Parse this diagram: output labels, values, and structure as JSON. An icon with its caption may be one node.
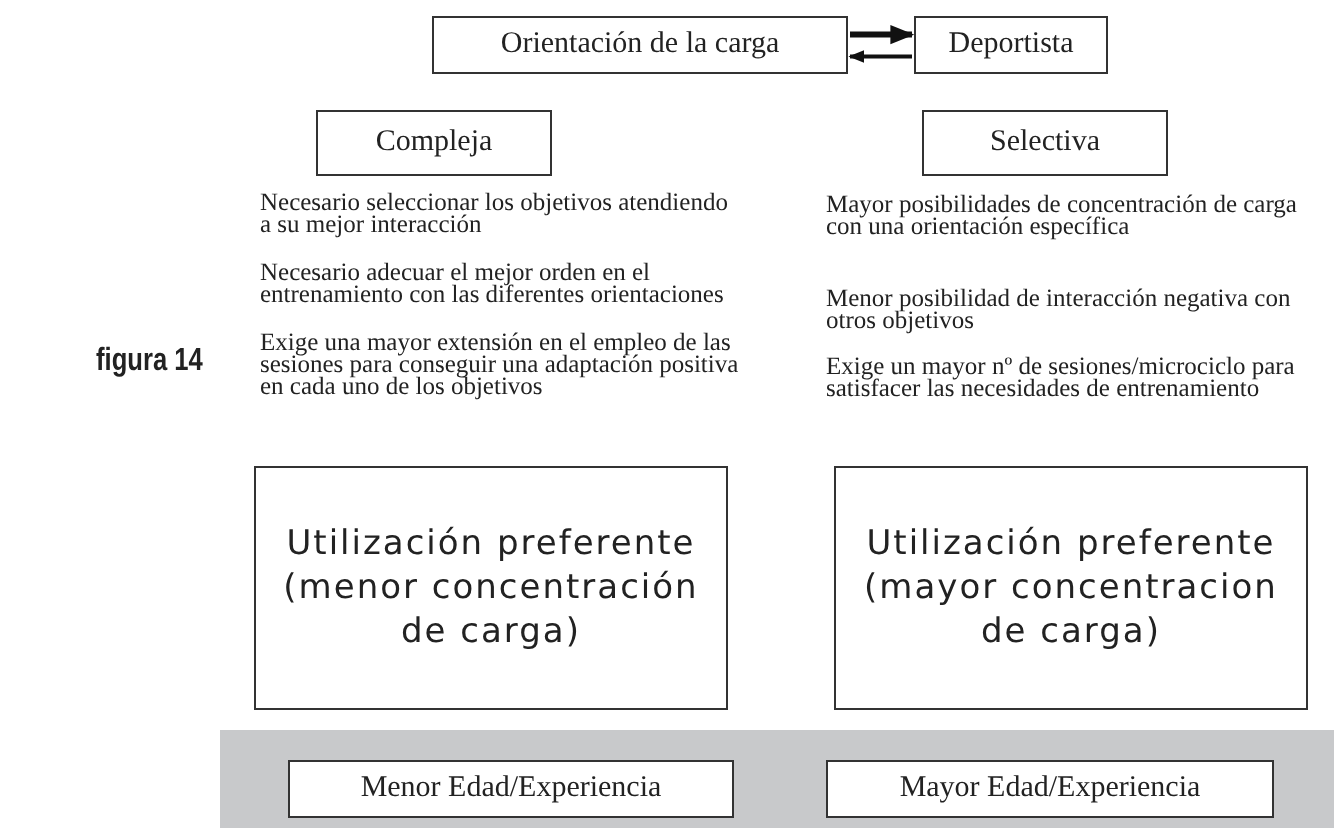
{
  "diagram": {
    "nodes": [
      {
        "text": [
          "Orientación de la carga"
        ]
      },
      {
        "text": [
          "Deportista"
        ]
      },
      {
        "text": [
          "Compleja"
        ]
      },
      {
        "text": [
          "Selectiva"
        ]
      },
      {
        "text": [
          "Utilización preferente (menor concentración de carga)"
        ]
      },
      {
        "text": [
          "Utilización preferente (mayor concentracion de carga)"
        ]
      },
      {
        "text": [],
        "shape": "bar"
      },
      {
        "text": [
          "Menor Edad/Experiencia"
        ],
        "in": 6
      },
      {
        "text": [
          "Mayor Edad/Experiencia"
        ],
        "in": 6
      }
    ],
    "edges": [
      {
        "from": 0,
        "to": 1,
        "arrow": "to"
      },
      {
        "from": 1,
        "to": 0,
        "arrow": "to"
      }
    ],
    "labels": [
      "Necesario seleccionar los objetivos atendiendo a su mejor interacción",
      "Necesario adecuar el mejor orden en el entrenamiento con las diferentes orientaciones",
      "Exige una mayor extensión en el empleo de las sesiones para conseguir una adaptación positiva en cada uno de los objetivos",
      "Mayor posibilidades de concentración de carga con una orientación específica",
      "Menor posibilidad de interacción negativa con otros objetivos",
      "Exige un mayor nº de sesiones/microciclo para satisfacer las necesidades de entrenamiento",
      "figura 14"
    ]
  }
}
